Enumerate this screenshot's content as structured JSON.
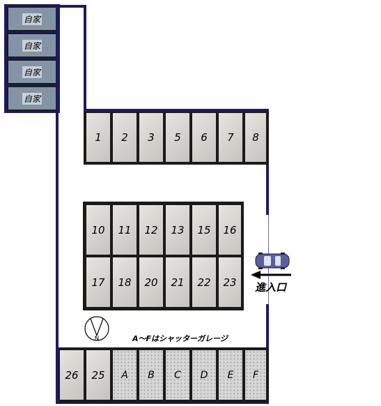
{
  "own_home": [
    "自家",
    "自家",
    "自家",
    "自家"
  ],
  "stalls_top": [
    "1",
    "2",
    "3",
    "5",
    "6",
    "7",
    "8"
  ],
  "stalls_mid_upper": [
    "10",
    "11",
    "12",
    "13",
    "15",
    "16"
  ],
  "stalls_mid_lower": [
    "17",
    "18",
    "20",
    "21",
    "22",
    "23"
  ],
  "stalls_bottom": [
    "26",
    "25"
  ],
  "garages": [
    "A",
    "B",
    "C",
    "D",
    "E",
    "F"
  ],
  "note": "A〜Fはシャッターガレージ",
  "entrance_label": "進入口",
  "compass_letter": "N",
  "colors": {
    "wall": "#1c1c5c",
    "own_home": "#8494a6",
    "car": "#5b5f9e"
  }
}
